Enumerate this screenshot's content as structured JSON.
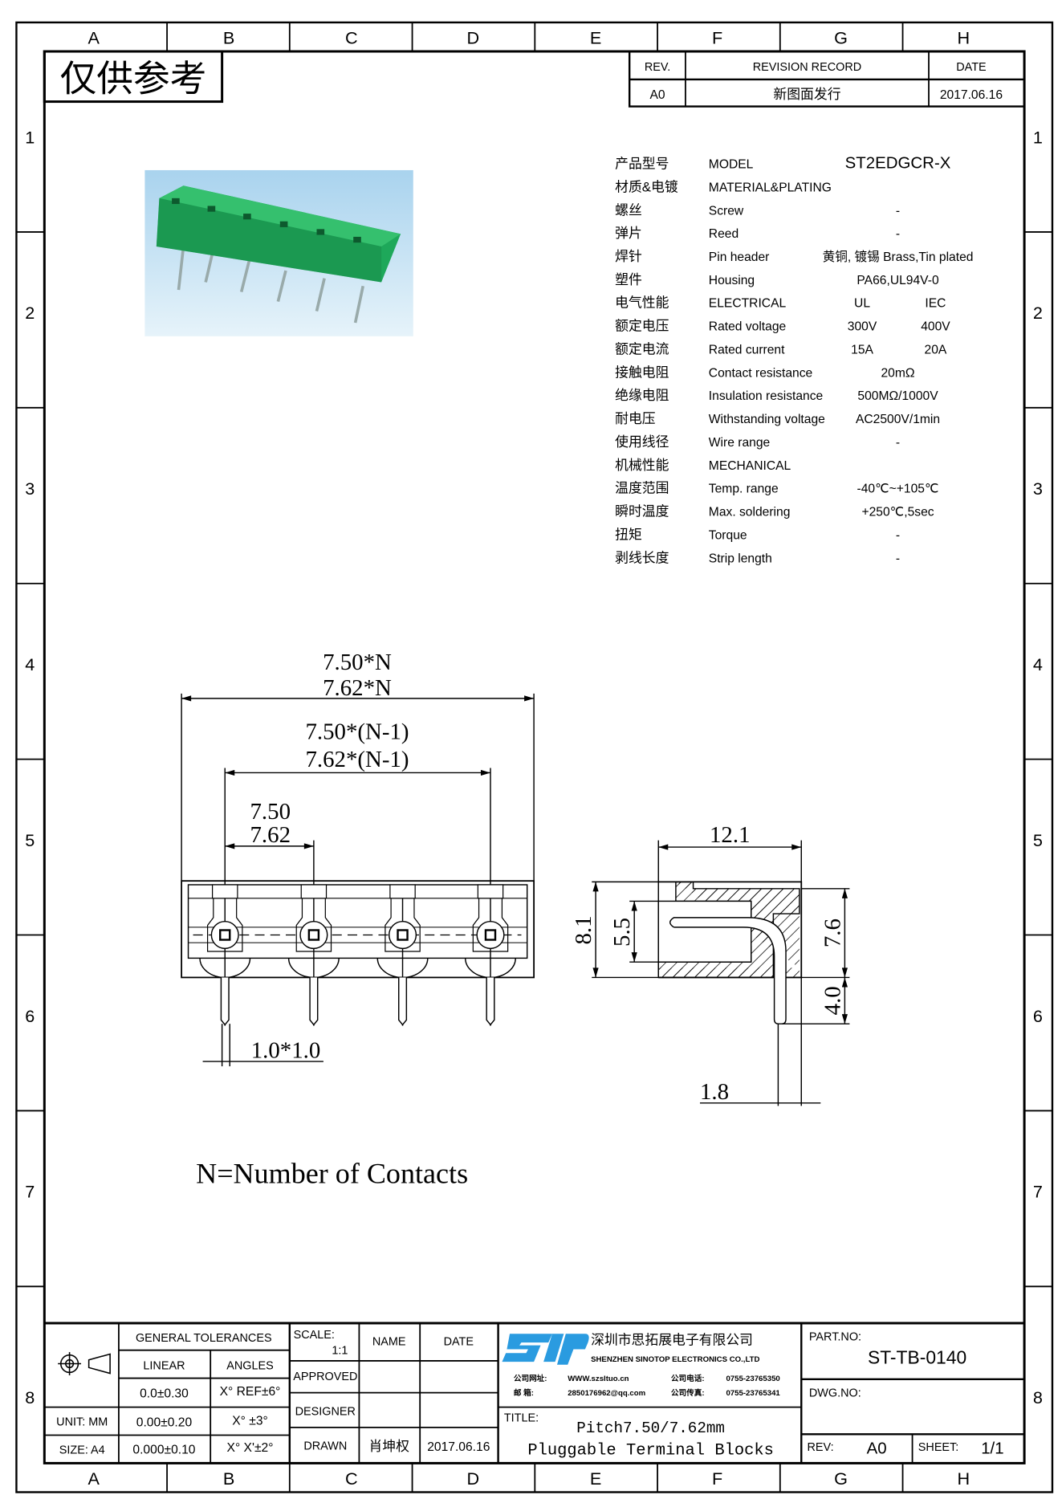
{
  "frame": {
    "cols": [
      "A",
      "B",
      "C",
      "D",
      "E",
      "F",
      "G",
      "H"
    ],
    "rows": [
      "1",
      "2",
      "3",
      "4",
      "5",
      "6",
      "7",
      "8"
    ]
  },
  "stamp": "仅供参考",
  "revision": {
    "headers": {
      "rev": "REV.",
      "record": "REVISION RECORD",
      "date": "DATE"
    },
    "row": {
      "rev": "A0",
      "record": "新图面发行",
      "date": "2017.06.16"
    }
  },
  "specs": [
    {
      "cn": "产品型号",
      "en": "MODEL",
      "value": "ST2EDGCR-X"
    },
    {
      "cn": "材质&电镀",
      "en": "MATERIAL&PLATING",
      "value": ""
    },
    {
      "cn": "螺丝",
      "en": "Screw",
      "value": "-"
    },
    {
      "cn": "弹片",
      "en": "Reed",
      "value": "-"
    },
    {
      "cn": "焊针",
      "en": "Pin header",
      "value": "黄铜, 镀锡 Brass,Tin plated"
    },
    {
      "cn": "塑件",
      "en": "Housing",
      "value": "PA66,UL94V-0"
    },
    {
      "cn": "电气性能",
      "en": "ELECTRICAL",
      "ul": "UL",
      "iec": "IEC"
    },
    {
      "cn": "额定电压",
      "en": "Rated voltage",
      "ul": "300V",
      "iec": "400V"
    },
    {
      "cn": "额定电流",
      "en": "Rated current",
      "ul": "15A",
      "iec": "20A"
    },
    {
      "cn": "接触电阻",
      "en": "Contact resistance",
      "value": "20mΩ"
    },
    {
      "cn": "绝缘电阻",
      "en": "Insulation resistance",
      "value": "500MΩ/1000V"
    },
    {
      "cn": "耐电压",
      "en": "Withstanding voltage",
      "value": "AC2500V/1min"
    },
    {
      "cn": "使用线径",
      "en": "Wire range",
      "value": "-"
    },
    {
      "cn": "机械性能",
      "en": "MECHANICAL",
      "value": ""
    },
    {
      "cn": "温度范围",
      "en": "Temp.  range",
      "value": "-40℃~+105℃"
    },
    {
      "cn": "瞬时温度",
      "en": "Max.  soldering",
      "value": "+250℃,5sec"
    },
    {
      "cn": "扭矩",
      "en": "Torque",
      "value": "-"
    },
    {
      "cn": "剥线长度",
      "en": "Strip length",
      "value": "-"
    }
  ],
  "dims": {
    "overall_a": "7.50*N",
    "overall_b": "7.62*N",
    "span_a": "7.50*(N-1)",
    "span_b": "7.62*(N-1)",
    "pitch_a": "7.50",
    "pitch_b": "7.62",
    "pin": "1.0*1.0",
    "depth": "12.1",
    "height": "8.1",
    "opening": "5.5",
    "side": "7.6",
    "pin_len": "4.0",
    "pin_off": "1.8"
  },
  "note": "N=Number of Contacts",
  "titleblock": {
    "general_tolerances": "GENERAL TOLERANCES",
    "linear": "LINEAR",
    "angles": "ANGLES",
    "tol_rows": [
      {
        "linear": "0.0±0.30",
        "angle": "X° REF±6°"
      },
      {
        "linear": "0.00±0.20",
        "angle": "X° ±3°"
      },
      {
        "linear": "0.000±0.10",
        "angle": "X° X'±2°"
      }
    ],
    "unit": "UNIT: MM",
    "size": "SIZE: A4",
    "scale_label": "SCALE:",
    "scale_value": "1:1",
    "name": "NAME",
    "date": "DATE",
    "approved": "APPROVED",
    "designer": "DESIGNER",
    "drawn": "DRAWN",
    "drawn_name": "肖坤权",
    "drawn_date": "2017.06.16",
    "company_logo": "SIP",
    "company_cn": "深圳市思拓展电子有限公司",
    "company_en": "SHENZHEN SINOTOP ELECTRONICS CO.,LTD",
    "web_label": "公司网址:",
    "web": "WWW.szsltuo.cn",
    "email_label": "邮    箱:",
    "email": "2850176962@qq.com",
    "phone_label": "公司电话:",
    "phone": "0755-23765350",
    "fax_label": "公司传真:",
    "fax": "0755-23765341",
    "title_label": "TITLE:",
    "title_line1": "Pitch7.50/7.62mm",
    "title_line2": "Pluggable Terminal Blocks",
    "part_no_label": "PART.NO:",
    "part_no": "ST-TB-0140",
    "dwg_no_label": "DWG.NO:",
    "rev_label": "REV:",
    "rev": "A0",
    "sheet_label": "SHEET:",
    "sheet": "1/1"
  },
  "colors": {
    "logo": "#2a9be0",
    "housing": "#1ea85a",
    "photo_bg": "#bfe0f2"
  }
}
